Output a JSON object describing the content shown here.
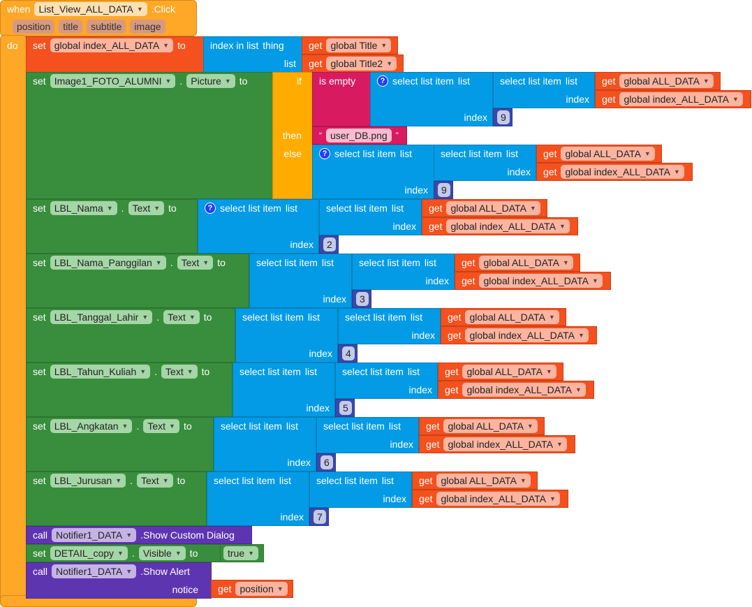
{
  "common": {
    "set": "set",
    "to": "to",
    "get": "get",
    "call": "call",
    "dot": ".",
    "select": "select list item",
    "list": "list",
    "index": "index",
    "all_data": "global ALL_DATA",
    "index_all_data": "global index_ALL_DATA",
    "help_icon": "?"
  },
  "event": {
    "when": "when",
    "component": "List_View_ALL_DATA",
    "event": ".Click",
    "params": [
      "position",
      "title",
      "subtitle",
      "image"
    ],
    "do": "do"
  },
  "set_index": {
    "var": "global index_ALL_DATA",
    "fn": "index in list",
    "thing": "thing",
    "list": "list",
    "v1": "global Title",
    "v2": "global Title2"
  },
  "set_image": {
    "component": "Image1_FOTO_ALUMNI",
    "prop": "Picture",
    "if": "if",
    "is_empty": "is empty",
    "then": "then",
    "else": "else",
    "open_quote": "“",
    "text": "user_DB.png",
    "close_quote": "”",
    "num_if": "9",
    "num_else": "9"
  },
  "label_setters": [
    {
      "component": "LBL_Nama",
      "prop": "Text",
      "num": "2"
    },
    {
      "component": "LBL_Nama_Panggilan",
      "prop": "Text",
      "num": "3"
    },
    {
      "component": "LBL_Tanggal_Lahir",
      "prop": "Text",
      "num": "4"
    },
    {
      "component": "LBL_Tahun_Kuliah",
      "prop": "Text",
      "num": "5"
    },
    {
      "component": "LBL_Angkatan",
      "prop": "Text",
      "num": "6"
    },
    {
      "component": "LBL_Jurusan",
      "prop": "Text",
      "num": "7"
    }
  ],
  "dialog": {
    "component": "Notifier1_DATA",
    "method": ".Show Custom Dialog"
  },
  "visible": {
    "component": "DETAIL_copy",
    "prop": "Visible",
    "value": "true"
  },
  "alert": {
    "component": "Notifier1_DATA",
    "method": ".Show Alert",
    "notice": "notice",
    "var": "position"
  },
  "colors": {
    "event": "#ffa726",
    "variable": "#f4511e",
    "list": "#039be5",
    "component": "#388e3c",
    "control": "#ffab00",
    "text": "#d81b60",
    "call": "#5e35b1",
    "number": "#3949ab"
  }
}
